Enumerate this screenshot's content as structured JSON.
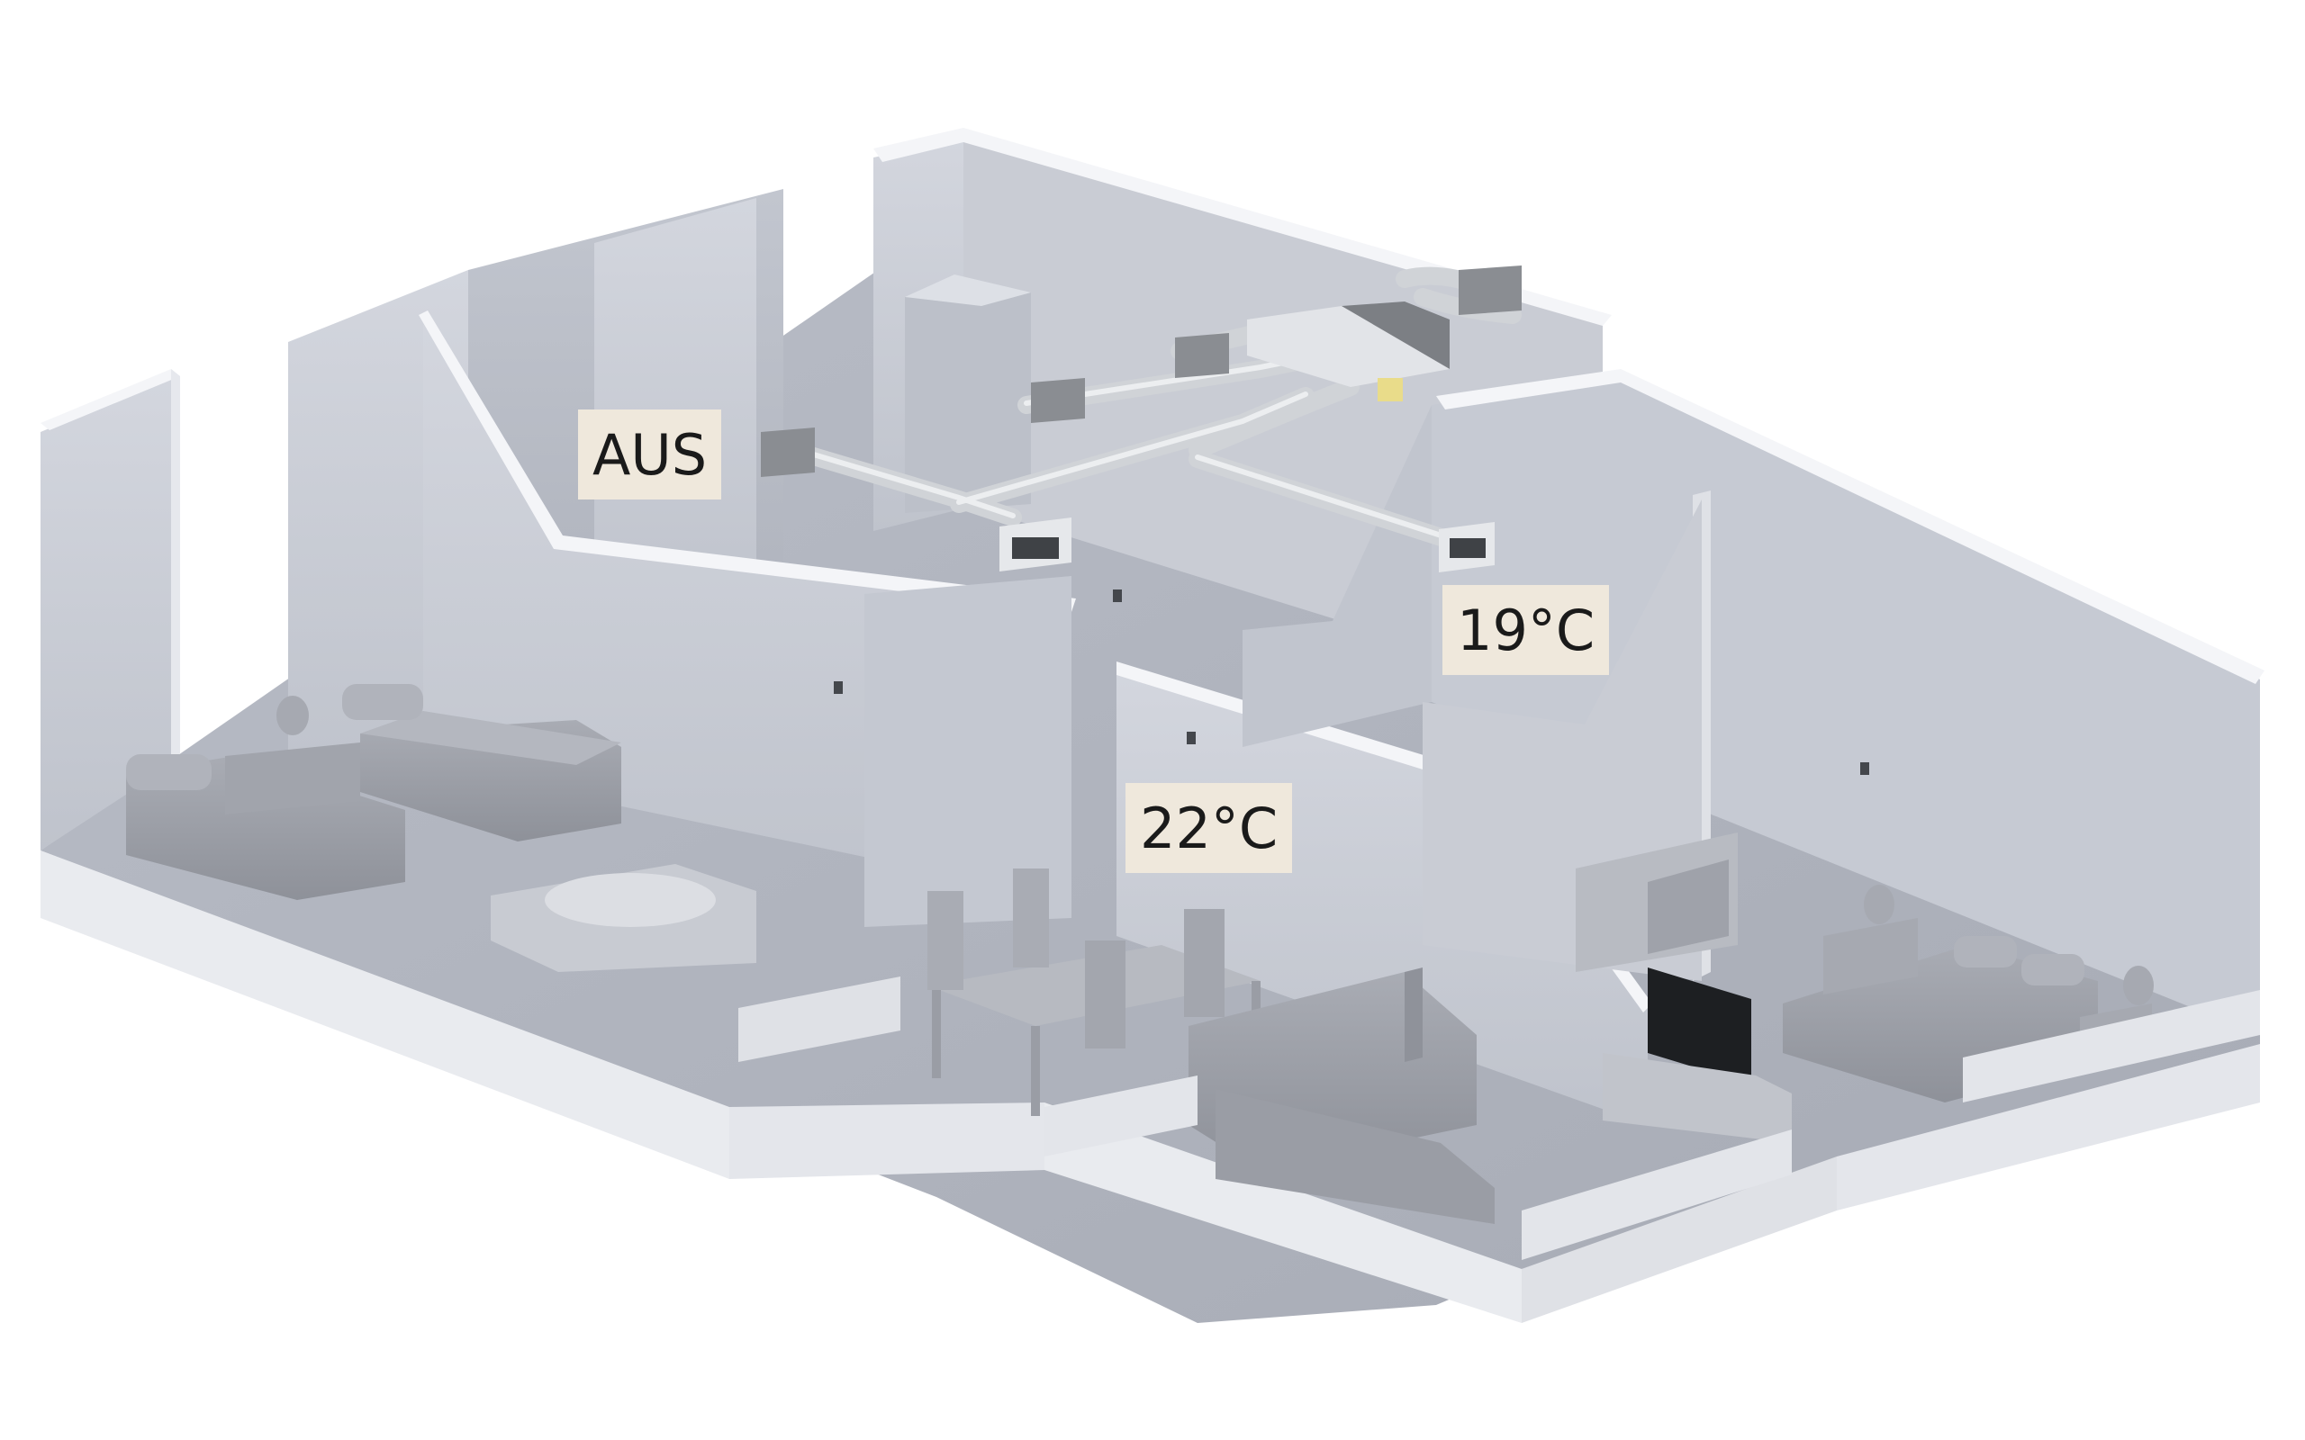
{
  "labels": {
    "zone_off": "AUS",
    "zone_19": "19°C",
    "zone_22": "22°C"
  },
  "colors": {
    "background": "#ffffff",
    "label_background": "#efe8dc",
    "label_text": "#1a1a1a",
    "floor": "#b4b8c2",
    "wall_face": "#ccd0d8",
    "wall_top": "#f4f5f8",
    "furniture": "#9b9ea6",
    "duct": "#cfd2d6",
    "vent_unit": "#6f7276"
  },
  "icons": [
    "ventilation-unit-icon",
    "air-outlet-icon",
    "thermostat-icon"
  ]
}
